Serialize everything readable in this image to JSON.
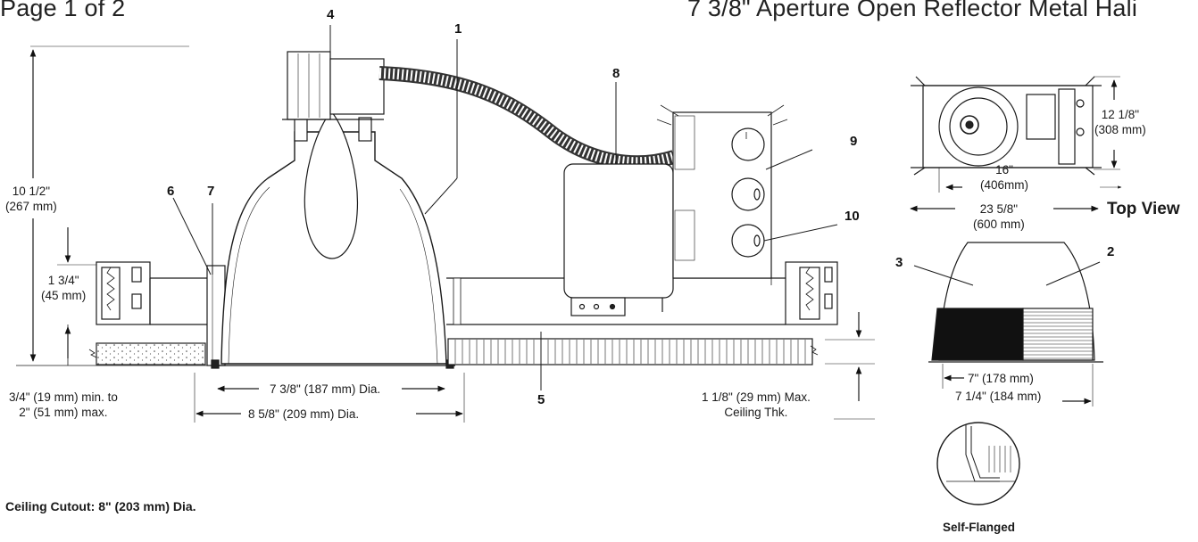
{
  "header": {
    "page": "Page 1 of 2",
    "title": "7 3/8\" Aperture Open Reflector Metal Hali"
  },
  "callouts": [
    "1",
    "2",
    "3",
    "4",
    "5",
    "6",
    "7",
    "8",
    "9",
    "10"
  ],
  "dimensions": {
    "height_a": "10 1/2\"",
    "height_b": "(267 mm)",
    "collar_a": "1 3/4\"",
    "collar_b": "(45 mm)",
    "ceiling_range_a": "3/4\" (19 mm) min. to",
    "ceiling_range_b": "2\" (51 mm) max.",
    "aperture": "7 3/8\" (187 mm) Dia.",
    "flange": "8 5/8\" (209 mm) Dia.",
    "ceiling_max_a": "1 1/8\" (29 mm) Max.",
    "ceiling_max_b": "Ceiling Thk.",
    "top_depth_a": "12 1/8\"",
    "top_depth_b": "(308 mm)",
    "top_inner_a": "16\"",
    "top_inner_b": "(406mm)",
    "top_outer_a": "23 5/8\"",
    "top_outer_b": "(600 mm)",
    "reflector_inner": "7\" (178 mm)",
    "reflector_outer": "7 1/4\" (184 mm)"
  },
  "labels": {
    "top_view": "Top View",
    "self_flanged": "Self-Flanged",
    "cutout": "Ceiling Cutout: 8\" (203 mm) Dia."
  }
}
